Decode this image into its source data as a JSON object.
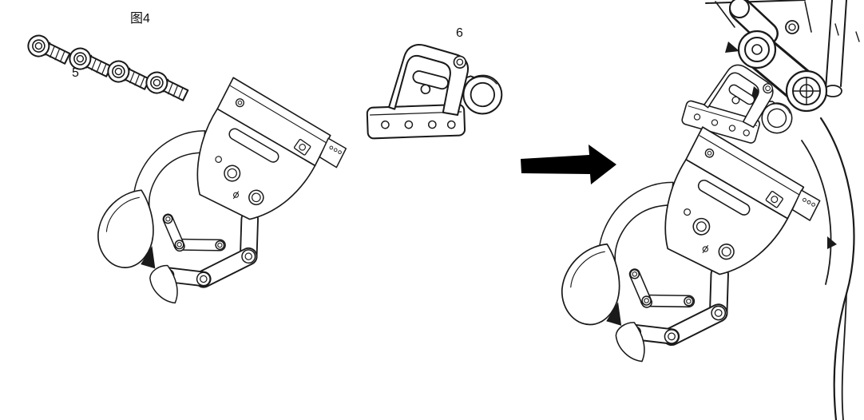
{
  "figure": {
    "caption": "图4",
    "labels": {
      "screws": "5",
      "bracket": "6"
    },
    "colors": {
      "line": "#1a1a1a",
      "background": "#ffffff",
      "arrow_fill": "#000000"
    }
  }
}
